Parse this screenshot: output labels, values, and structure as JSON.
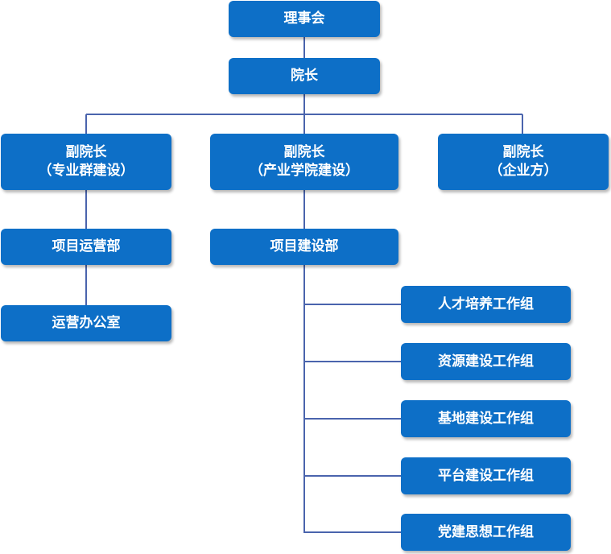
{
  "colors": {
    "box_fill": "#0d6fc7",
    "box_text": "#ffffff",
    "connector": "#4a64ad"
  },
  "nodes": {
    "board": {
      "line1": "理事会"
    },
    "president": {
      "line1": "院长"
    },
    "vp_major": {
      "line1": "副院长",
      "line2": "（专业群建设）"
    },
    "vp_college": {
      "line1": "副院长",
      "line2": "（产业学院建设）"
    },
    "vp_enterprise": {
      "line1": "副院长",
      "line2": "（企业方）"
    },
    "project_ops": {
      "line1": "项目运营部"
    },
    "ops_office": {
      "line1": "运营办公室"
    },
    "project_build": {
      "line1": "项目建设部"
    },
    "talent_group": {
      "line1": "人才培养工作组"
    },
    "resource_group": {
      "line1": "资源建设工作组"
    },
    "base_group": {
      "line1": "基地建设工作组"
    },
    "platform_group": {
      "line1": "平台建设工作组"
    },
    "party_group": {
      "line1": "党建思想工作组"
    }
  }
}
